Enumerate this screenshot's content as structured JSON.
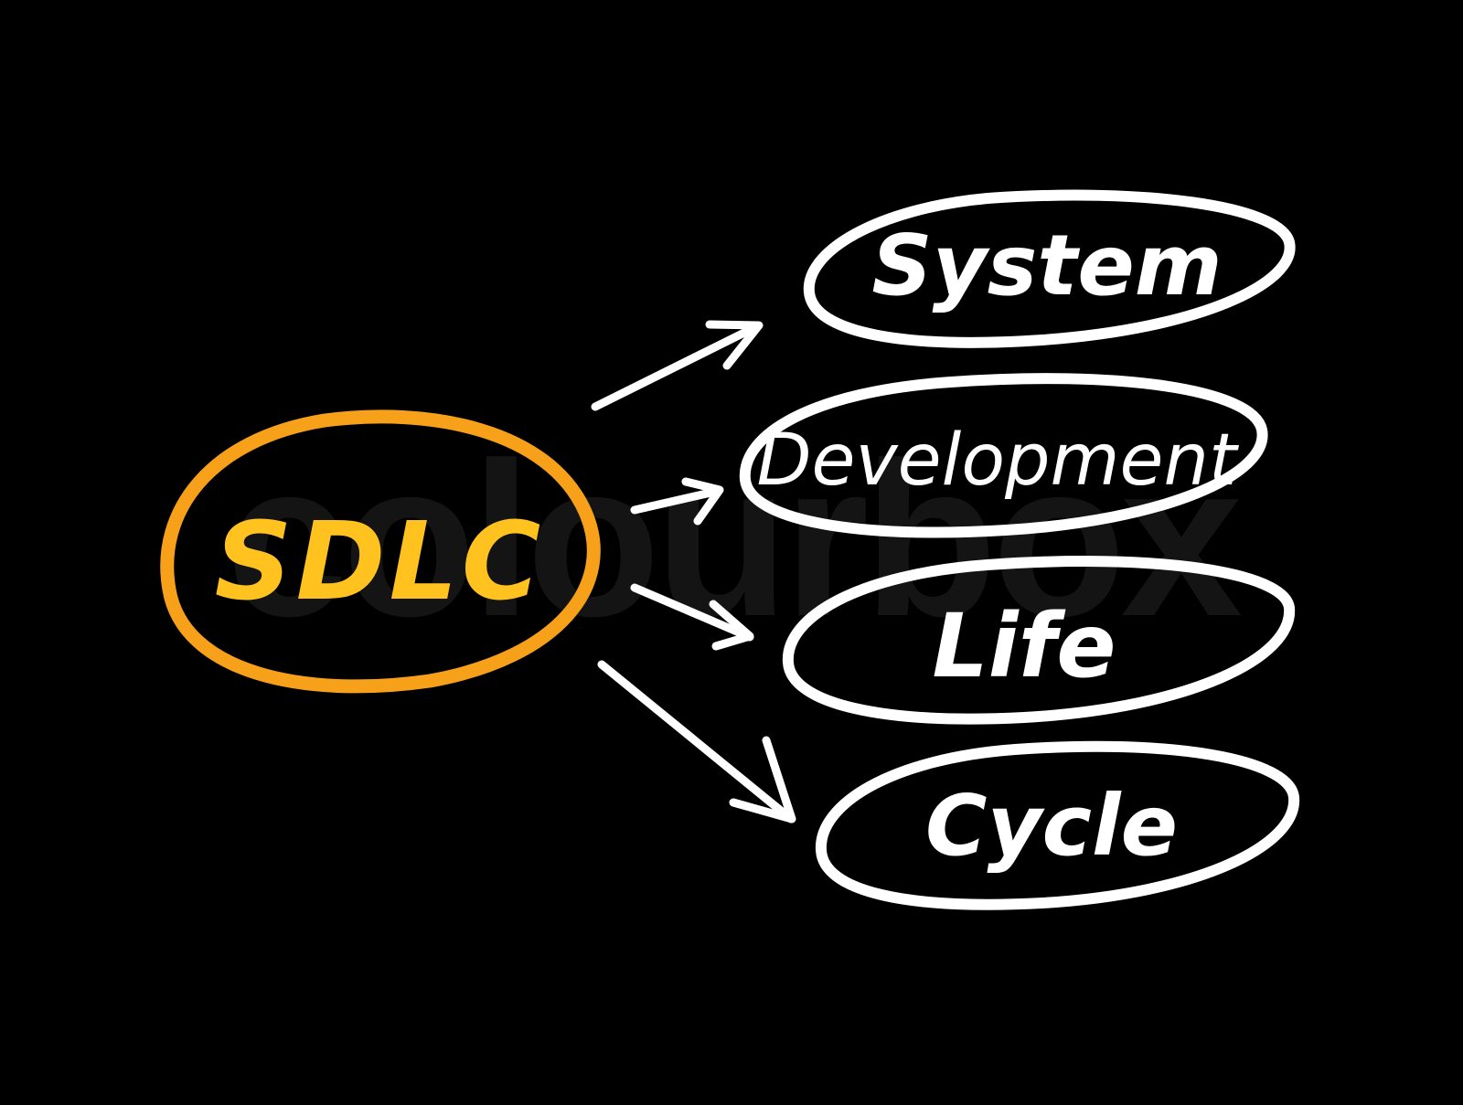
{
  "colors": {
    "background": "#000000",
    "center_stroke": "#F7A11A",
    "center_text": "#FFC21E",
    "node_stroke": "#FFFFFF",
    "node_text": "#FFFFFF",
    "arrow": "#FFFFFF",
    "watermark": "#141414"
  },
  "watermark": {
    "text": "colourbox"
  },
  "center": {
    "label": "SDLC"
  },
  "nodes": [
    {
      "label": "System"
    },
    {
      "label": "Development"
    },
    {
      "label": "Life"
    },
    {
      "label": "Cycle"
    }
  ]
}
